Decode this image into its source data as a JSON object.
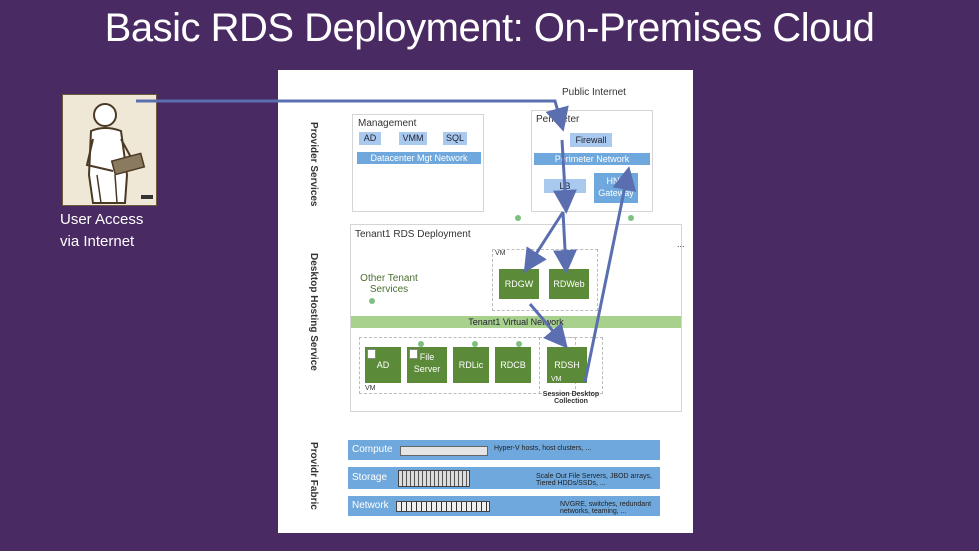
{
  "title": "Basic RDS Deployment: On-Premises Cloud",
  "user": {
    "caption_line1": "User Access",
    "caption_line2": "via Internet"
  },
  "diagram": {
    "public_internet": "Public Internet",
    "provider_services": "Provider Services",
    "desktop_hosting_service": "Desktop Hosting Service",
    "provider_fabric": "Providr Fabric",
    "management": {
      "title": "Management",
      "ad": "AD",
      "vmm": "VMM",
      "sql": "SQL",
      "network": "Datacenter Mgt Network"
    },
    "perimeter": {
      "title": "Perimeter",
      "firewall": "Firewall",
      "network": "Perimeter Network",
      "lb": "LB",
      "gateway_line1": "HNV",
      "gateway_line2": "Gateway"
    },
    "tenant": {
      "title": "Tenant1 RDS Deployment",
      "ellipsis": "...",
      "vm_top": "VM",
      "other_line1": "Other Tenant",
      "other_line2": "Services",
      "rdgw": "RDGW",
      "rdweb": "RDWeb",
      "network": "Tenant1 Virtual Network",
      "ad": "AD",
      "file_line1": "File",
      "file_line2": "Server",
      "rdlic": "RDLic",
      "rdcb": "RDCB",
      "rdsh": "RDSH",
      "vm_left": "VM",
      "vm_right": "VM",
      "sdc_line1": "Session Desktop",
      "sdc_line2": "Collection"
    },
    "fabric": {
      "compute": "Compute",
      "compute_desc": "Hyper-V hosts, host clusters, ...",
      "storage": "Storage",
      "storage_desc": "Scale Out File Servers, JBOD arrays, Tiered HDDs/SSDs, ...",
      "network": "Network",
      "network_desc": "NVGRE, switches, redundant networks, teaming, ..."
    }
  },
  "colors": {
    "background": "#4a2a62",
    "arrow": "#5b6fb0",
    "blue_bar": "#6fa8dc",
    "green_vm": "#5b8a38",
    "green_net": "#a9d18e"
  }
}
